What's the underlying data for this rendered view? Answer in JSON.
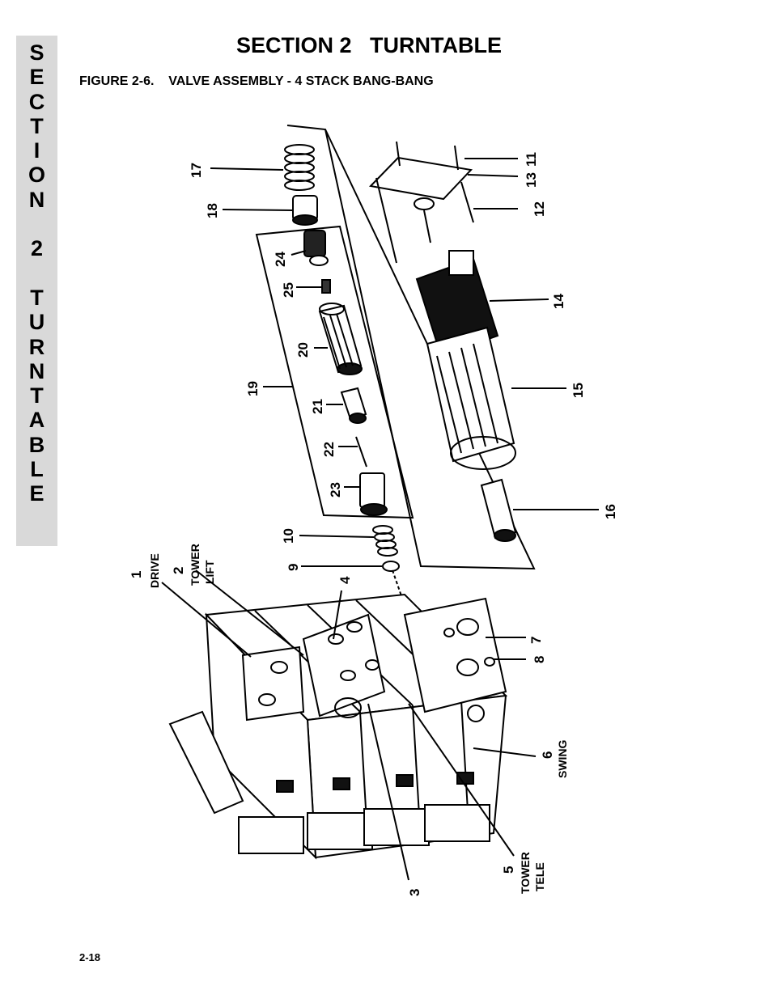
{
  "side_tab": {
    "letters": [
      "S",
      "E",
      "C",
      "T",
      "I",
      "O",
      "N",
      " ",
      "2",
      " ",
      "T",
      "U",
      "R",
      "N",
      "T",
      "A",
      "B",
      "L",
      "E"
    ]
  },
  "header": {
    "section_title": "SECTION 2   TURNTABLE",
    "figure_title": "FIGURE 2-6.    VALVE ASSEMBLY - 4 STACK BANG-BANG"
  },
  "figure": {
    "callouts": {
      "c1": "1",
      "c1_name": "DRIVE",
      "c2": "2",
      "c2_name_1": "TOWER",
      "c2_name_2": "LIFT",
      "c3": "3",
      "c4": "4",
      "c5": "5",
      "c5_name_1": "TOWER",
      "c5_name_2": "TELE",
      "c6": "6",
      "c6_name": "SWING",
      "c7": "7",
      "c8": "8",
      "c9": "9",
      "c10": "10",
      "c11": "11",
      "c12": "12",
      "c13": "13",
      "c14": "14",
      "c15": "15",
      "c16": "16",
      "c17": "17",
      "c18": "18",
      "c19": "19",
      "c20": "20",
      "c21": "21",
      "c22": "22",
      "c23": "23",
      "c24": "24",
      "c25": "25"
    }
  },
  "footer": {
    "page_number": "2-18"
  }
}
